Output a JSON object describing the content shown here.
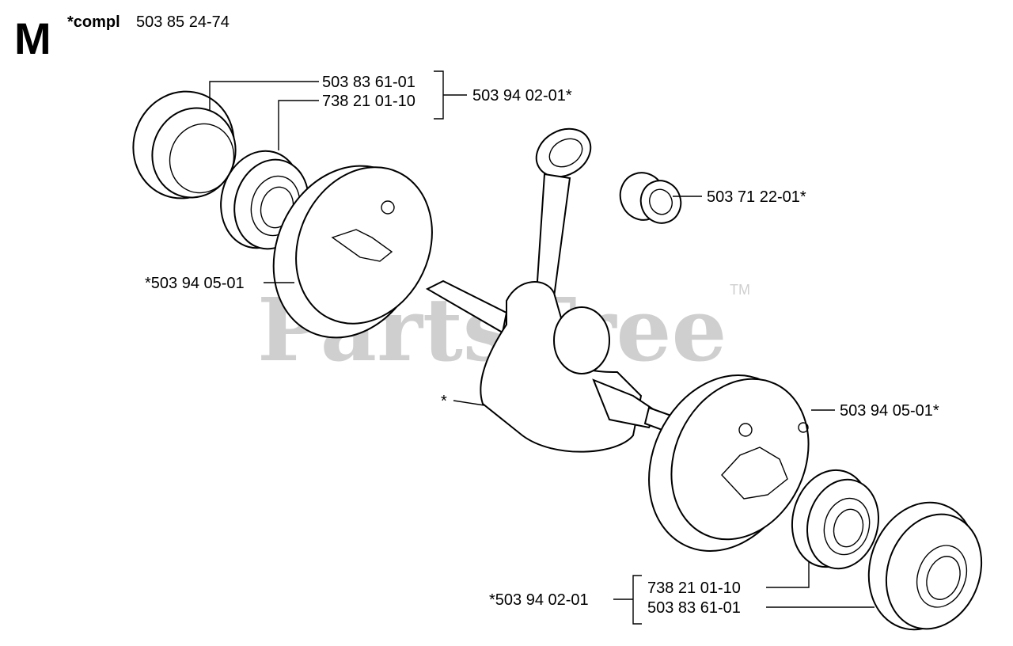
{
  "header": {
    "section_letter": "M",
    "compl_prefix": "*compl",
    "compl_number": "503 85 24-74"
  },
  "watermark": {
    "text": "PartsTree",
    "trademark": "TM"
  },
  "labels": {
    "top_bearing_ring": "503 83 61-01",
    "top_ball_bearing": "738 21 01-10",
    "top_kit": "503 94 02-01*",
    "needle_bearing": "503 71 22-01*",
    "left_flywheel_half": "*503 94 05-01",
    "crankshaft": "*",
    "right_flywheel_half": "503 94 05-01*",
    "bottom_kit": "*503 94 02-01",
    "bottom_ball_bearing": "738 21 01-10",
    "bottom_bearing_ring": "503 83 61-01"
  }
}
